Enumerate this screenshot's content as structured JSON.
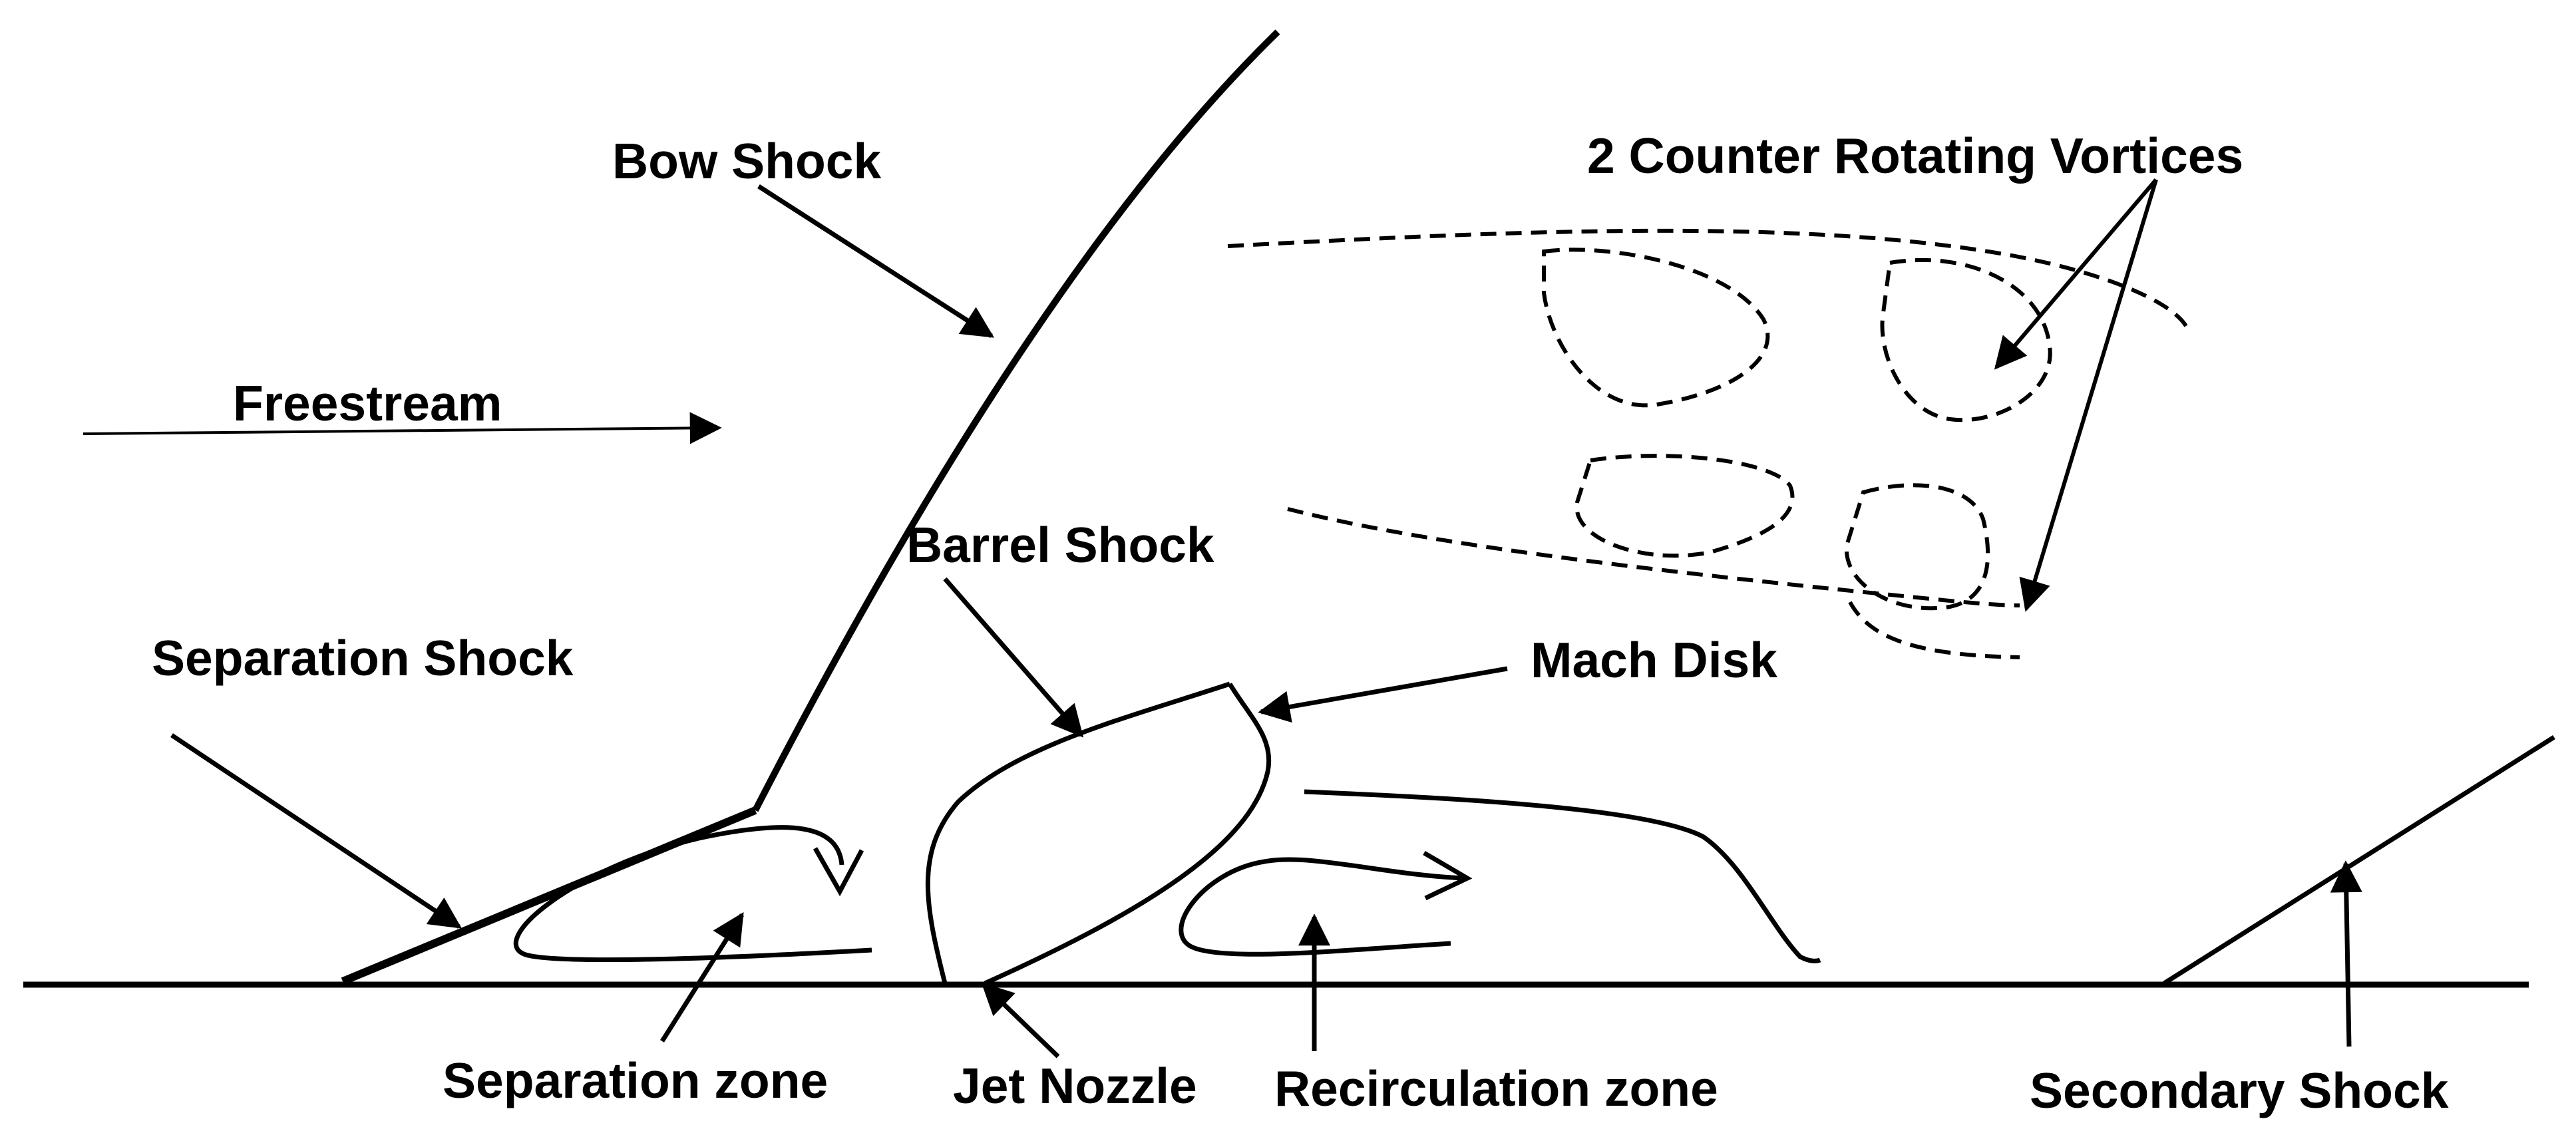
{
  "labels": {
    "bow_shock": "Bow Shock",
    "vortices": "2 Counter Rotating Vortices",
    "freestream": "Freestream",
    "barrel_shock": "Barrel Shock",
    "separation_shock": "Separation Shock",
    "mach_disk": "Mach Disk",
    "separation_zone": "Separation zone",
    "jet_nozzle": "Jet Nozzle",
    "recirculation_zone": "Recirculation zone",
    "secondary_shock": "Secondary Shock"
  },
  "colors": {
    "ink": "#000000",
    "background": "#ffffff"
  }
}
